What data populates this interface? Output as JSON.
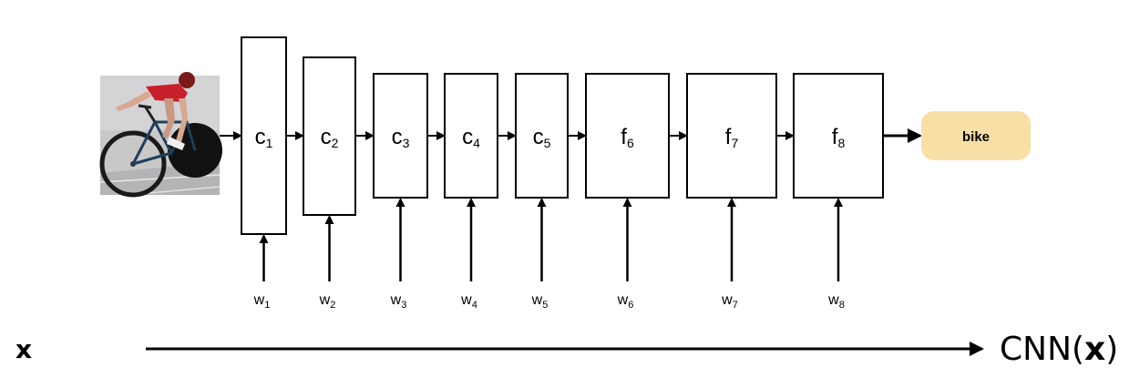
{
  "input": {
    "image_alt": "cyclist on track bike",
    "label": "x"
  },
  "layers": [
    {
      "letter": "c",
      "sub": "1",
      "w_letter": "w",
      "w_sub": "1"
    },
    {
      "letter": "c",
      "sub": "2",
      "w_letter": "w",
      "w_sub": "2"
    },
    {
      "letter": "c",
      "sub": "3",
      "w_letter": "w",
      "w_sub": "3"
    },
    {
      "letter": "c",
      "sub": "4",
      "w_letter": "w",
      "w_sub": "4"
    },
    {
      "letter": "c",
      "sub": "5",
      "w_letter": "w",
      "w_sub": "5"
    },
    {
      "letter": "f",
      "sub": "6",
      "w_letter": "w",
      "w_sub": "6"
    },
    {
      "letter": "f",
      "sub": "7",
      "w_letter": "w",
      "w_sub": "7"
    },
    {
      "letter": "f",
      "sub": "8",
      "w_letter": "w",
      "w_sub": "8"
    }
  ],
  "output": {
    "label": "bike",
    "color": "#f8dfa6"
  },
  "mapping": {
    "result_prefix": "CNN(",
    "result_arg": "x",
    "result_suffix": ")"
  }
}
